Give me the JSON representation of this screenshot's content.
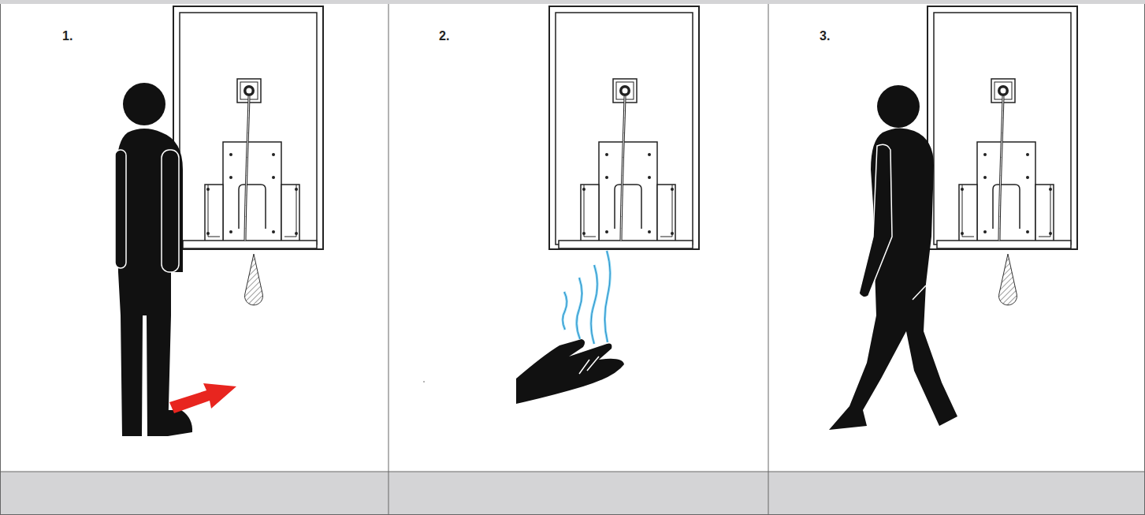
{
  "diagram": {
    "nodes": [
      {
        "text": [
          "1."
        ]
      },
      {
        "text": [
          "2."
        ]
      },
      {
        "text": [
          "3."
        ]
      }
    ]
  }
}
